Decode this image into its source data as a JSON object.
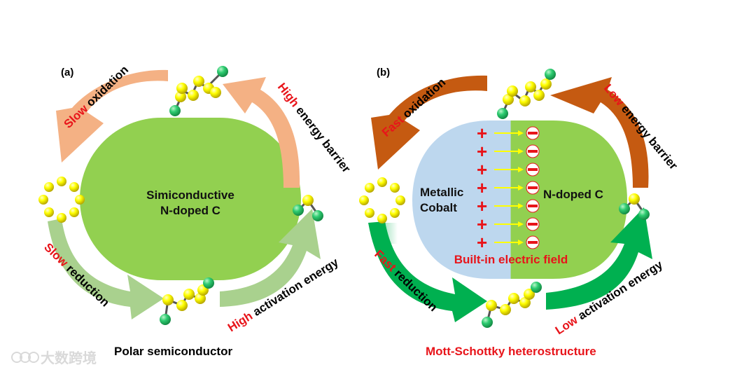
{
  "panel_a": {
    "letter": "(a)",
    "center_line1": "Simiconductive",
    "center_line2": "N-doped C",
    "top_left": {
      "adj": "Slow",
      "rest": " oxidation"
    },
    "top_right": {
      "adj": "High",
      "rest": " energy barrier"
    },
    "bottom_left": {
      "adj": "Slow",
      "rest": " reduction"
    },
    "bottom_right": {
      "adj": "High",
      "rest": " activation energy"
    },
    "caption": "Polar  semiconductor"
  },
  "panel_b": {
    "letter": "(b)",
    "left_label_1": "Metallic",
    "left_label_2": "Cobalt",
    "right_label": "N-doped C",
    "field_label": "Built-in electric field",
    "top_left": {
      "adj": "Fast",
      "rest": " oxidation"
    },
    "top_right": {
      "adj": "Low",
      "rest": " energy barrier"
    },
    "bottom_left": {
      "adj": "Fast",
      "rest": " reduction"
    },
    "bottom_right": {
      "adj": "Low",
      "rest": " activation energy"
    },
    "caption": "Mott-Schottky heterostructure"
  },
  "watermark": "大数跨境",
  "colors": {
    "panel_a_upper_arrows": "#f4b184",
    "panel_a_lower_arrows": "#a9d18e",
    "panel_b_upper_arrows": "#c55a11",
    "panel_b_lower_arrows": "#00b050",
    "n_doped_carbon": "#92d050",
    "metallic_cobalt": "#bdd7ee",
    "sulfur_atom": "#ffff00",
    "lithium_atom": "#2ecc71",
    "plus_sign": "#e8141a",
    "field_arrow": "#ffff00"
  }
}
